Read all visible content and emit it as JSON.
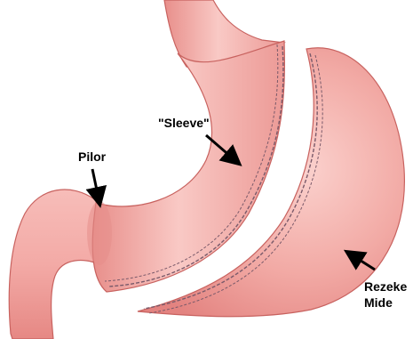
{
  "labels": {
    "sleeve": "\"Sleeve\"",
    "pylorus": "Pilor",
    "resected_line1": "Rezeke",
    "resected_line2": "Mide"
  },
  "colors": {
    "tissue": "#f2a8a4",
    "tissue_light": "#f9c8c4",
    "tissue_dark": "#e07d7a",
    "outline": "#c8625f",
    "staple": "#7a5a6a",
    "arrow": "#000000"
  }
}
